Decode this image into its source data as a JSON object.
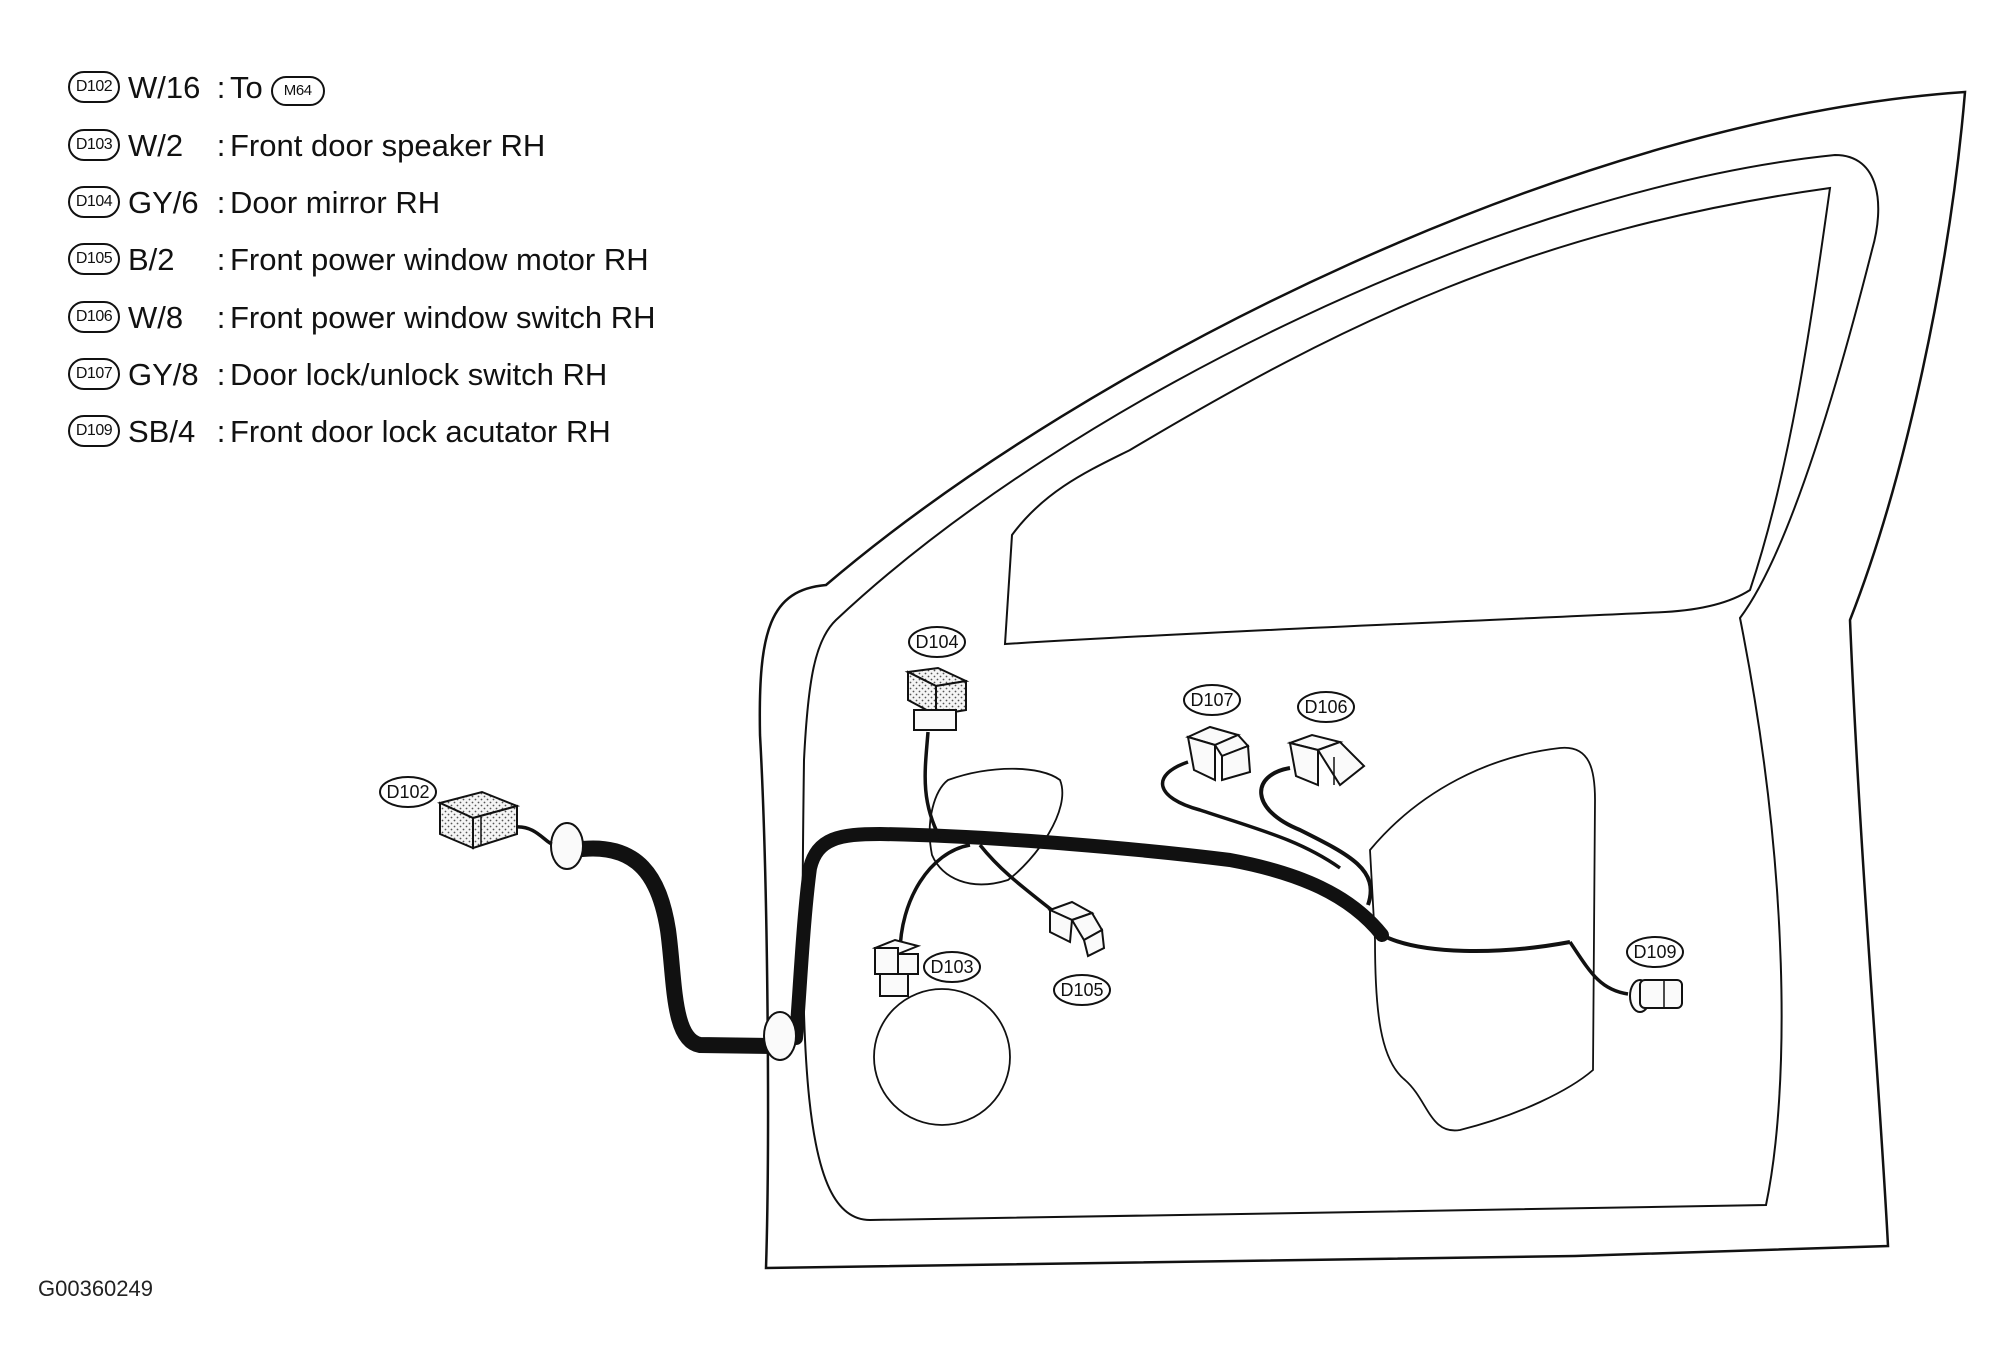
{
  "legend": {
    "rows": [
      {
        "tag": "D102",
        "wire": "W/16",
        "description": "To",
        "ref_tag": "M64"
      },
      {
        "tag": "D103",
        "wire": "W/2",
        "description": "Front door speaker RH"
      },
      {
        "tag": "D104",
        "wire": "GY/6",
        "description": "Door mirror RH"
      },
      {
        "tag": "D105",
        "wire": "B/2",
        "description": "Front power window motor RH"
      },
      {
        "tag": "D106",
        "wire": "W/8",
        "description": "Front power window switch RH"
      },
      {
        "tag": "D107",
        "wire": "GY/8",
        "description": "Door lock/unlock switch RH"
      },
      {
        "tag": "D109",
        "wire": "SB/4",
        "description": "Front door lock acutator RH"
      }
    ]
  },
  "diagram": {
    "callouts": [
      "D102",
      "D104",
      "D107",
      "D106",
      "D103",
      "D105",
      "D109"
    ]
  },
  "figure_id": "G00360249"
}
